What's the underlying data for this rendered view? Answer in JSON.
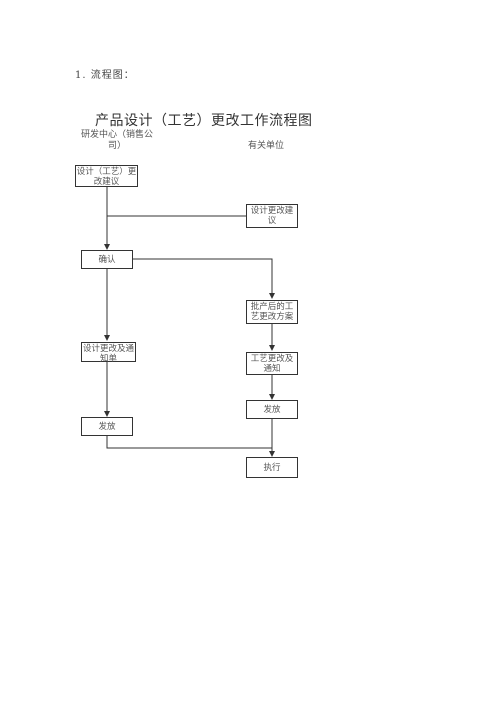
{
  "header": {
    "section_label": "1. 流程图："
  },
  "chart": {
    "title": "产品设计（工艺）更改工作流程图",
    "columns": {
      "left": "研发中心（销售公司）",
      "right": "有关单位"
    },
    "boxes": {
      "design_proposal": "设计（工艺）更改建议",
      "unit_proposal": "设计更改建议",
      "confirm": "确认",
      "approve_plan": "批产后的工艺更改方案",
      "design_notice": "设计更改及通知单",
      "process_notice": "工艺更改及通知",
      "issue_left": "发放",
      "issue_right": "发放",
      "execute": "执行"
    }
  }
}
